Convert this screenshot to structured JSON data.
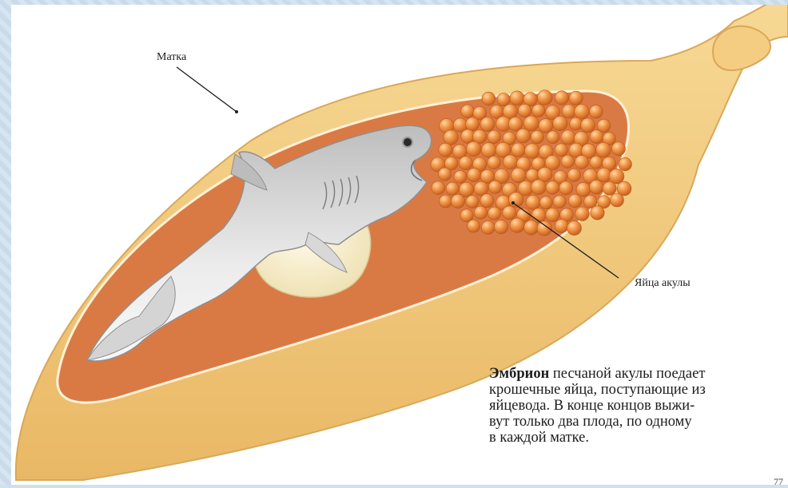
{
  "labels": {
    "uterus": "Матка",
    "eggs": "Яйца акулы"
  },
  "caption": {
    "bold_word": "Эмбрион",
    "line1_rest": " песчаной акулы поедает",
    "line2": "крошечные яйца, поступающие из",
    "line3": "яйцевода. В конце концов выжи-",
    "line4": "вут только два плода, по одному",
    "line5": "в каждой матке."
  },
  "page_number": "77",
  "colors": {
    "uterus_wall": "#f2c87a",
    "cavity": "#d97a45",
    "egg": "#f08a3a",
    "embryo": "#e6e6e6",
    "yolk_sac": "#fbf3d2",
    "frame": "#cfe0ee"
  }
}
